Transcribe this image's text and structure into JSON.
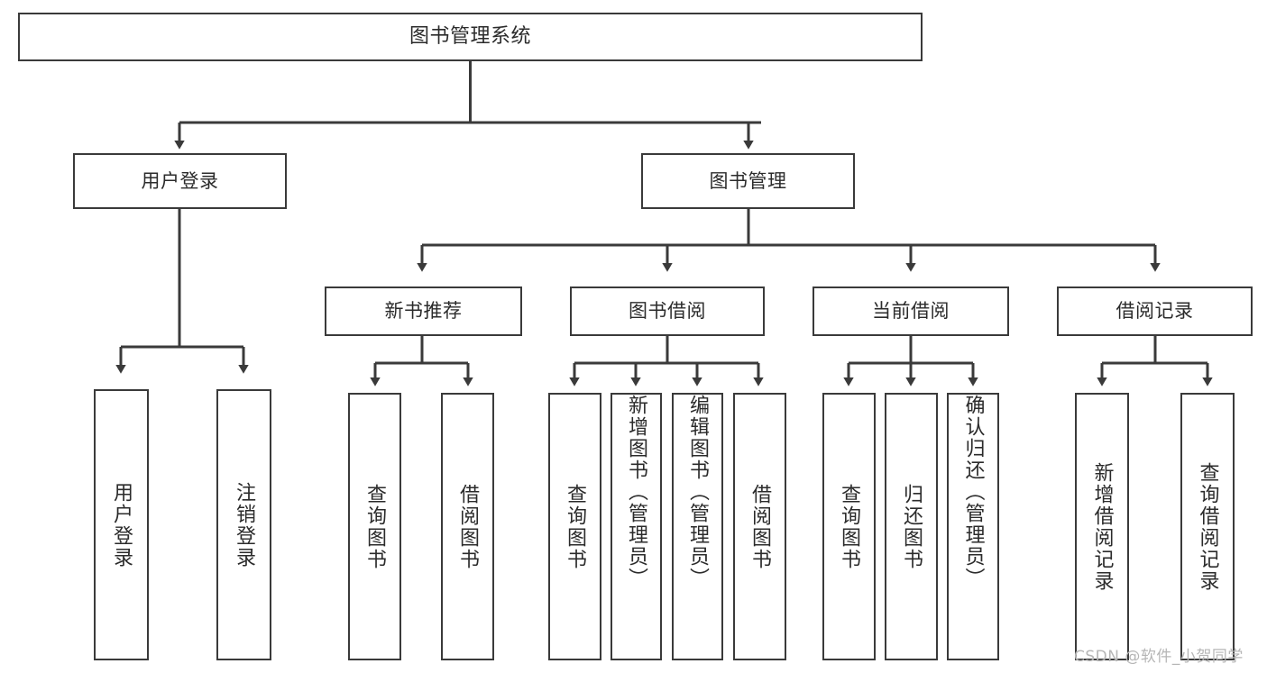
{
  "diagram": {
    "title": "图书管理系统",
    "type": "tree-hierarchy",
    "watermark": "CSDN @软件_小贺同学",
    "colors": {
      "stroke": "#3a3a3a",
      "fill": "#ffffff",
      "text": "#2b2b2b",
      "watermark": "#b6b6b6"
    }
  },
  "nodes": {
    "root": {
      "label": "图书管理系统"
    },
    "level2": [
      {
        "id": "user-login",
        "label": "用户登录"
      },
      {
        "id": "book-manage",
        "label": "图书管理"
      }
    ],
    "level3": [
      {
        "id": "new-book-recommend",
        "label": "新书推荐"
      },
      {
        "id": "book-borrow",
        "label": "图书借阅"
      },
      {
        "id": "current-borrow",
        "label": "当前借阅"
      },
      {
        "id": "borrow-record",
        "label": "借阅记录"
      }
    ],
    "leaves": {
      "user-login": [
        {
          "id": "leaf-user-login",
          "label": "用户登录"
        },
        {
          "id": "leaf-user-logout",
          "label": "注销登录"
        }
      ],
      "new-book-recommend": [
        {
          "id": "leaf-query-book-1",
          "label": "查询图书"
        },
        {
          "id": "leaf-borrow-book-1",
          "label": "借阅图书"
        }
      ],
      "book-borrow": [
        {
          "id": "leaf-query-book-2",
          "label": "查询图书"
        },
        {
          "id": "leaf-add-book",
          "label": "新增图书（管理员）"
        },
        {
          "id": "leaf-edit-book",
          "label": "编辑图书（管理员）"
        },
        {
          "id": "leaf-borrow-book-2",
          "label": "借阅图书"
        }
      ],
      "current-borrow": [
        {
          "id": "leaf-query-book-3",
          "label": "查询图书"
        },
        {
          "id": "leaf-return-book",
          "label": "归还图书"
        },
        {
          "id": "leaf-confirm-return",
          "label": "确认归还（管理员）"
        }
      ],
      "borrow-record": [
        {
          "id": "leaf-add-record",
          "label": "新增借阅记录"
        },
        {
          "id": "leaf-query-record",
          "label": "查询借阅记录"
        }
      ]
    }
  }
}
